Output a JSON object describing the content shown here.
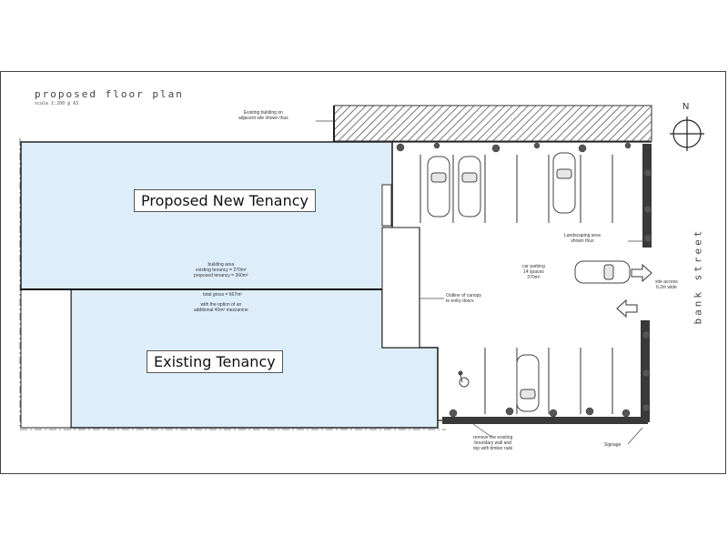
{
  "title": "proposed floor plan",
  "scale": "scale 1:200 @ A3",
  "north": "N",
  "tenancies": {
    "proposed": "Proposed New Tenancy",
    "existing": "Existing Tenancy"
  },
  "notes": {
    "existing_building": [
      "Existing building on",
      "adjacent site shown thus"
    ],
    "building_area": [
      "building area",
      "existing tenancy = 270m²",
      "proposed tenancy = 360m²"
    ],
    "total_gross": "total gross = 667m²",
    "option": [
      "with the option of an",
      "additional 40m² mezzanine"
    ],
    "canopy": [
      "Outline of canopy",
      "to entry doors"
    ],
    "car_parking": [
      "car parking",
      "14 spaces",
      "370m²"
    ],
    "landscaping": [
      "Landscaping area",
      "shown thus"
    ],
    "site_access": [
      "site access",
      "6.2m wide"
    ],
    "boundary_wall": [
      "remove the existing",
      "boundary wall and",
      "top with timber rails"
    ],
    "signage": "Signage"
  },
  "street": "bank street",
  "colors": {
    "tenancy_fill": "#ddeefa",
    "line": "#222222",
    "hatch": "#777777",
    "landscape": "#3a3a3a"
  }
}
